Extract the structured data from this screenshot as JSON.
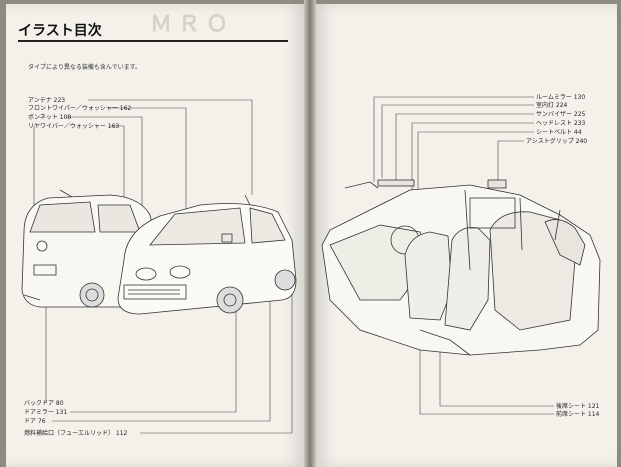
{
  "left_page": {
    "title": "イラスト目次",
    "subtitle": "タイプにより異なる装備も含んでいます。",
    "exterior_labels_top": [
      "アンテナ 223",
      "フロントワイパー／ウォッシャー 162",
      "ボンネット 108",
      "リヤワイパー／ウォッシャー 163"
    ],
    "exterior_labels_bottom": [
      "バックドア 80",
      "ドアミラー 131",
      "ドア 76",
      "燃料補給口（フューエルリッド） 112"
    ]
  },
  "right_page": {
    "interior_labels_top": [
      "ルームミラー 130",
      "室内灯 224",
      "サンバイザー 225",
      "ヘッドレスト 233",
      "シートベルト 44",
      "アシストグリップ 240"
    ],
    "interior_labels_bottom": [
      "後席シート 121",
      "前席シート 114"
    ]
  }
}
